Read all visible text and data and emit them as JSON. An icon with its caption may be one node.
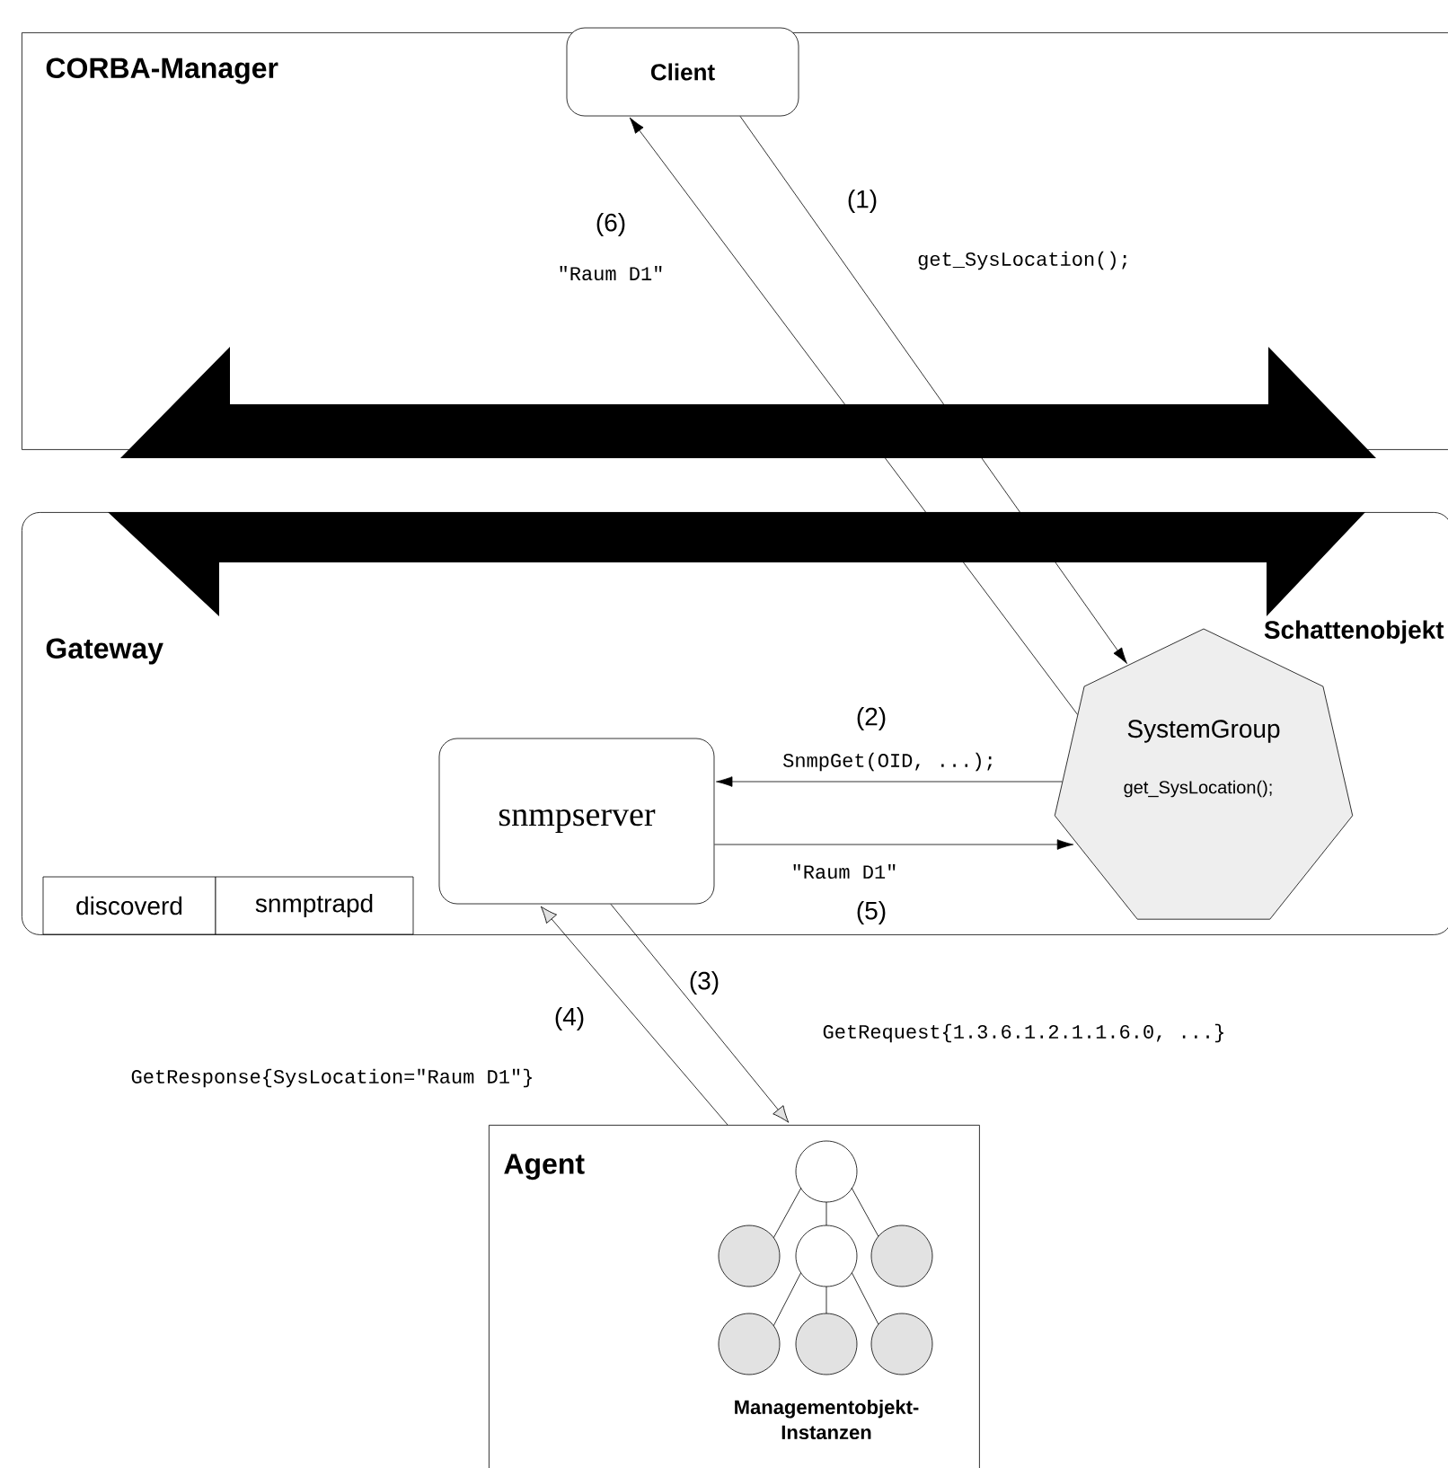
{
  "diagram": {
    "nodes": [
      {
        "text": [
          "CORBA-Manager"
        ]
      },
      {
        "text": [
          "Client"
        ],
        "in": 0
      },
      {
        "text": [
          "Gateway"
        ]
      },
      {
        "text": [
          "Schattenobjekt",
          "SystemGroup",
          "get_SysLocation();"
        ],
        "in": 2
      },
      {
        "text": [
          "snmpserver"
        ],
        "in": 2
      },
      {
        "text": [
          "discoverd"
        ],
        "in": 2
      },
      {
        "text": [
          "snmptrapd"
        ],
        "in": 2
      },
      {
        "text": [
          "Agent",
          "Managementobjekt- Instanzen"
        ]
      }
    ],
    "edges": [
      {
        "from": 1,
        "to": 3,
        "arrow": "to",
        "label": "(1)"
      },
      {
        "from": 3,
        "to": 4,
        "arrow": "to",
        "label": "(2)"
      },
      {
        "from": 4,
        "to": 7,
        "arrow": "to",
        "label": "(3)"
      },
      {
        "from": 7,
        "to": 4,
        "arrow": "to",
        "label": "(4)"
      },
      {
        "from": 4,
        "to": 3,
        "arrow": "to",
        "label": "(5)"
      },
      {
        "from": 3,
        "to": 1,
        "arrow": "to",
        "label": "(6)"
      }
    ],
    "labels": [
      "\"Raum D1\"",
      "get_SysLocation();",
      "SnmpGet(OID, ...);",
      "\"Raum D1\"",
      "GetRequest{1.3.6.1.2.1.1.6.0, ...}",
      "GetResponse{SysLocation=\"Raum D1\"}"
    ]
  }
}
